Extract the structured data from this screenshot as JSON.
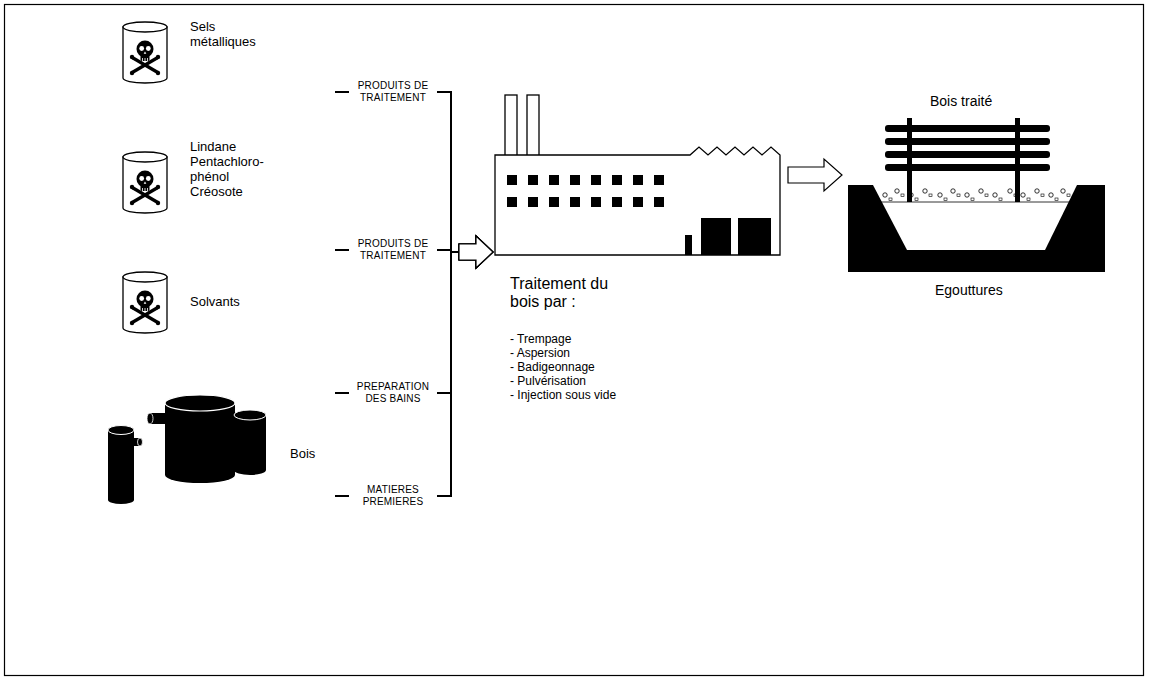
{
  "diagram": {
    "nodes": [
      {
        "text": [
          "Sels métalliques"
        ]
      },
      {
        "text": [
          "Lindane Pentachloro- phénol Créosote"
        ]
      },
      {
        "text": [
          "Solvants"
        ]
      },
      {
        "text": [
          "Bois"
        ]
      },
      {
        "text": [
          "Traitement du bois par :",
          "- Trempage",
          "- Aspersion",
          "- Badigeonnage",
          "- Pulvérisation",
          "- Injection sous vide"
        ]
      },
      {
        "text": [
          "Bois traité",
          "Egouttures"
        ]
      }
    ],
    "edges": [
      {
        "from": 0,
        "to": 4,
        "arrow": "to",
        "label": "PRODUITS DE TRAITEMENT"
      },
      {
        "from": 1,
        "to": 4,
        "arrow": "to",
        "label": "PRODUITS DE TRAITEMENT"
      },
      {
        "from": 2,
        "to": 4,
        "arrow": "to",
        "label": "PREPARATION DES BAINS"
      },
      {
        "from": 3,
        "to": 4,
        "arrow": "to",
        "label": "MATIERES PREMIERES"
      },
      {
        "from": 4,
        "to": 5,
        "arrow": "to"
      }
    ]
  }
}
